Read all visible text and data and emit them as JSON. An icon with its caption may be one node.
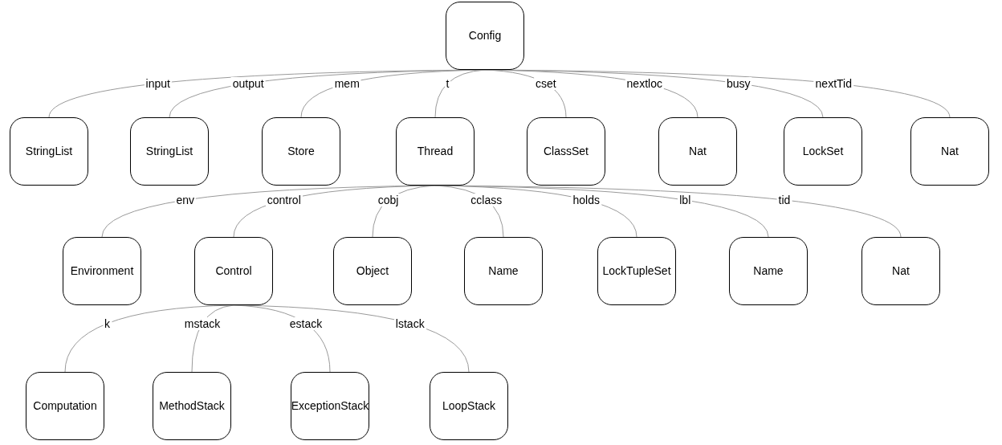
{
  "diagram": {
    "nodes": [
      {
        "text": [
          "Config"
        ]
      },
      {
        "text": [
          "StringList"
        ]
      },
      {
        "text": [
          "StringList"
        ]
      },
      {
        "text": [
          "Store"
        ]
      },
      {
        "text": [
          "Thread"
        ]
      },
      {
        "text": [
          "ClassSet"
        ]
      },
      {
        "text": [
          "Nat"
        ]
      },
      {
        "text": [
          "LockSet"
        ]
      },
      {
        "text": [
          "Nat"
        ]
      },
      {
        "text": [
          "Environment"
        ]
      },
      {
        "text": [
          "Control"
        ]
      },
      {
        "text": [
          "Object"
        ]
      },
      {
        "text": [
          "Name"
        ]
      },
      {
        "text": [
          "LockTupleSet"
        ]
      },
      {
        "text": [
          "Name"
        ]
      },
      {
        "text": [
          "Nat"
        ]
      },
      {
        "text": [
          "Computation"
        ]
      },
      {
        "text": [
          "MethodStack"
        ]
      },
      {
        "text": [
          "ExceptionStack"
        ]
      },
      {
        "text": [
          "LoopStack"
        ]
      }
    ],
    "edges": [
      {
        "from": 0,
        "to": 1,
        "arrow": "none",
        "label": "input"
      },
      {
        "from": 0,
        "to": 2,
        "arrow": "none",
        "label": "output"
      },
      {
        "from": 0,
        "to": 3,
        "arrow": "none",
        "label": "mem"
      },
      {
        "from": 0,
        "to": 4,
        "arrow": "none",
        "label": "t"
      },
      {
        "from": 0,
        "to": 5,
        "arrow": "none",
        "label": "cset"
      },
      {
        "from": 0,
        "to": 6,
        "arrow": "none",
        "label": "nextloc"
      },
      {
        "from": 0,
        "to": 7,
        "arrow": "none",
        "label": "busy"
      },
      {
        "from": 0,
        "to": 8,
        "arrow": "none",
        "label": "nextTid"
      },
      {
        "from": 4,
        "to": 9,
        "arrow": "none",
        "label": "env"
      },
      {
        "from": 4,
        "to": 10,
        "arrow": "none",
        "label": "control"
      },
      {
        "from": 4,
        "to": 11,
        "arrow": "none",
        "label": "cobj"
      },
      {
        "from": 4,
        "to": 12,
        "arrow": "none",
        "label": "cclass"
      },
      {
        "from": 4,
        "to": 13,
        "arrow": "none",
        "label": "holds"
      },
      {
        "from": 4,
        "to": 14,
        "arrow": "none",
        "label": "lbl"
      },
      {
        "from": 4,
        "to": 15,
        "arrow": "none",
        "label": "tid"
      },
      {
        "from": 10,
        "to": 16,
        "arrow": "none",
        "label": "k"
      },
      {
        "from": 10,
        "to": 17,
        "arrow": "none",
        "label": "mstack"
      },
      {
        "from": 10,
        "to": 18,
        "arrow": "none",
        "label": "estack"
      },
      {
        "from": 10,
        "to": 19,
        "arrow": "none",
        "label": "lstack"
      }
    ]
  }
}
